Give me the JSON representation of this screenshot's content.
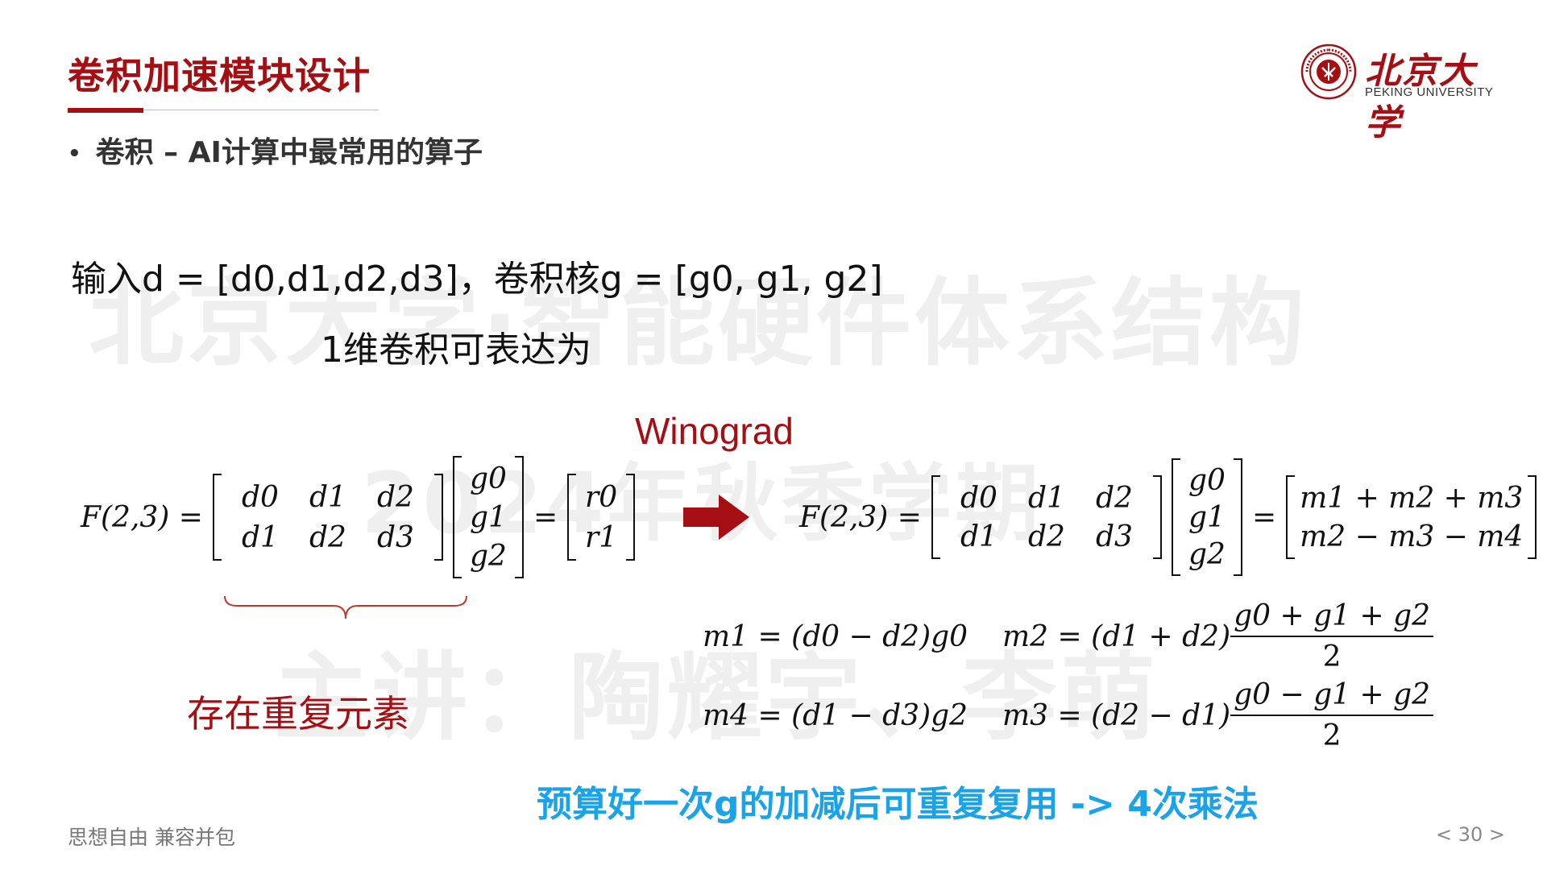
{
  "slide": {
    "title": "卷积加速模块设计",
    "bullet": "卷积 – AI计算中最常用的算子",
    "input_line": "输入d = [d0,d1,d2,d3]，卷积核g = [g0, g1, g2]",
    "expr_line": "1维卷积可表达为",
    "winograd_label": "Winograd",
    "repeat_label": "存在重复元素",
    "conclusion": "预算好一次g的加减后可重复复用 -> 4次乘法"
  },
  "watermark": {
    "line1": "北京大学·智能硬件体系结构",
    "line2": "2024年秋季学期",
    "line3": "主讲：陶耀宇、李萌"
  },
  "logo": {
    "name_cn": "北京大学",
    "name_en": "PEKING UNIVERSITY",
    "seal_text": "PEKING UNIVERSITY",
    "color": "#a50f14"
  },
  "math_left": {
    "lhs": "F(2,3) =",
    "d_matrix": [
      [
        "d0",
        "d1",
        "d2"
      ],
      [
        "d1",
        "d2",
        "d3"
      ]
    ],
    "g_vector": [
      "g0",
      "g1",
      "g2"
    ],
    "equals": "=",
    "r_vector": [
      "r0",
      "r1"
    ]
  },
  "math_right": {
    "lhs": "F(2,3) =",
    "d_matrix": [
      [
        "d0",
        "d1",
        "d2"
      ],
      [
        "d1",
        "d2",
        "d3"
      ]
    ],
    "g_vector": [
      "g0",
      "g1",
      "g2"
    ],
    "equals": "=",
    "result_vector": [
      "m1 + m2 + m3",
      "m2 − m3 − m4"
    ]
  },
  "equations": {
    "m1": "m1 = (d0 − d2)g0",
    "m2_prefix": "m2 = (d1 + d2)",
    "m2_num": "g0 + g1 + g2",
    "m2_den": "2",
    "m4": "m4 = (d1 − d3)g2",
    "m3_prefix": "m3 = (d2 − d1)",
    "m3_num": "g0 − g1 + g2",
    "m3_den": "2"
  },
  "footer": {
    "motto": "思想自由 兼容并包",
    "page": "< 30 >"
  },
  "colors": {
    "accent": "#a50f14",
    "conclusion": "#1aa3e8",
    "arrow": "#a50f14"
  }
}
